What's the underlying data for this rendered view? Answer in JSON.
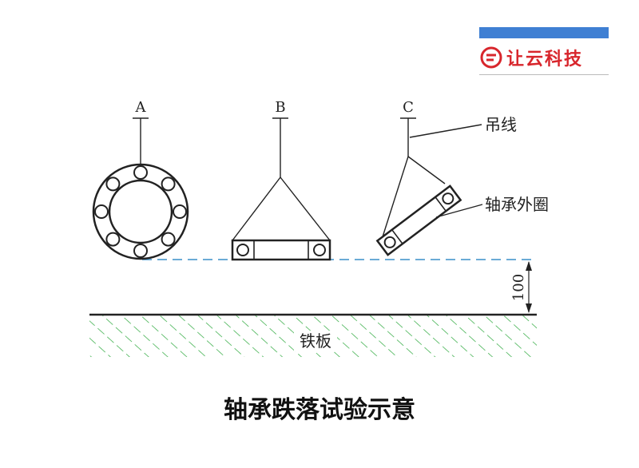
{
  "brand": {
    "name": "让云科技",
    "bar_color": "#3f7fd3",
    "text_color": "#d8262c",
    "logo_icon": "brand-logo-icon"
  },
  "diagram": {
    "labels": {
      "a": "A",
      "b": "B",
      "c": "C"
    },
    "callouts": {
      "hanging_wire": "吊线",
      "outer_ring": "轴承外圈"
    },
    "dimension": "100",
    "plate_label": "铁板",
    "hatch_color": "#2aa83a",
    "reference_line_color": "#3a8fc9"
  },
  "caption": "轴承跌落试验示意"
}
